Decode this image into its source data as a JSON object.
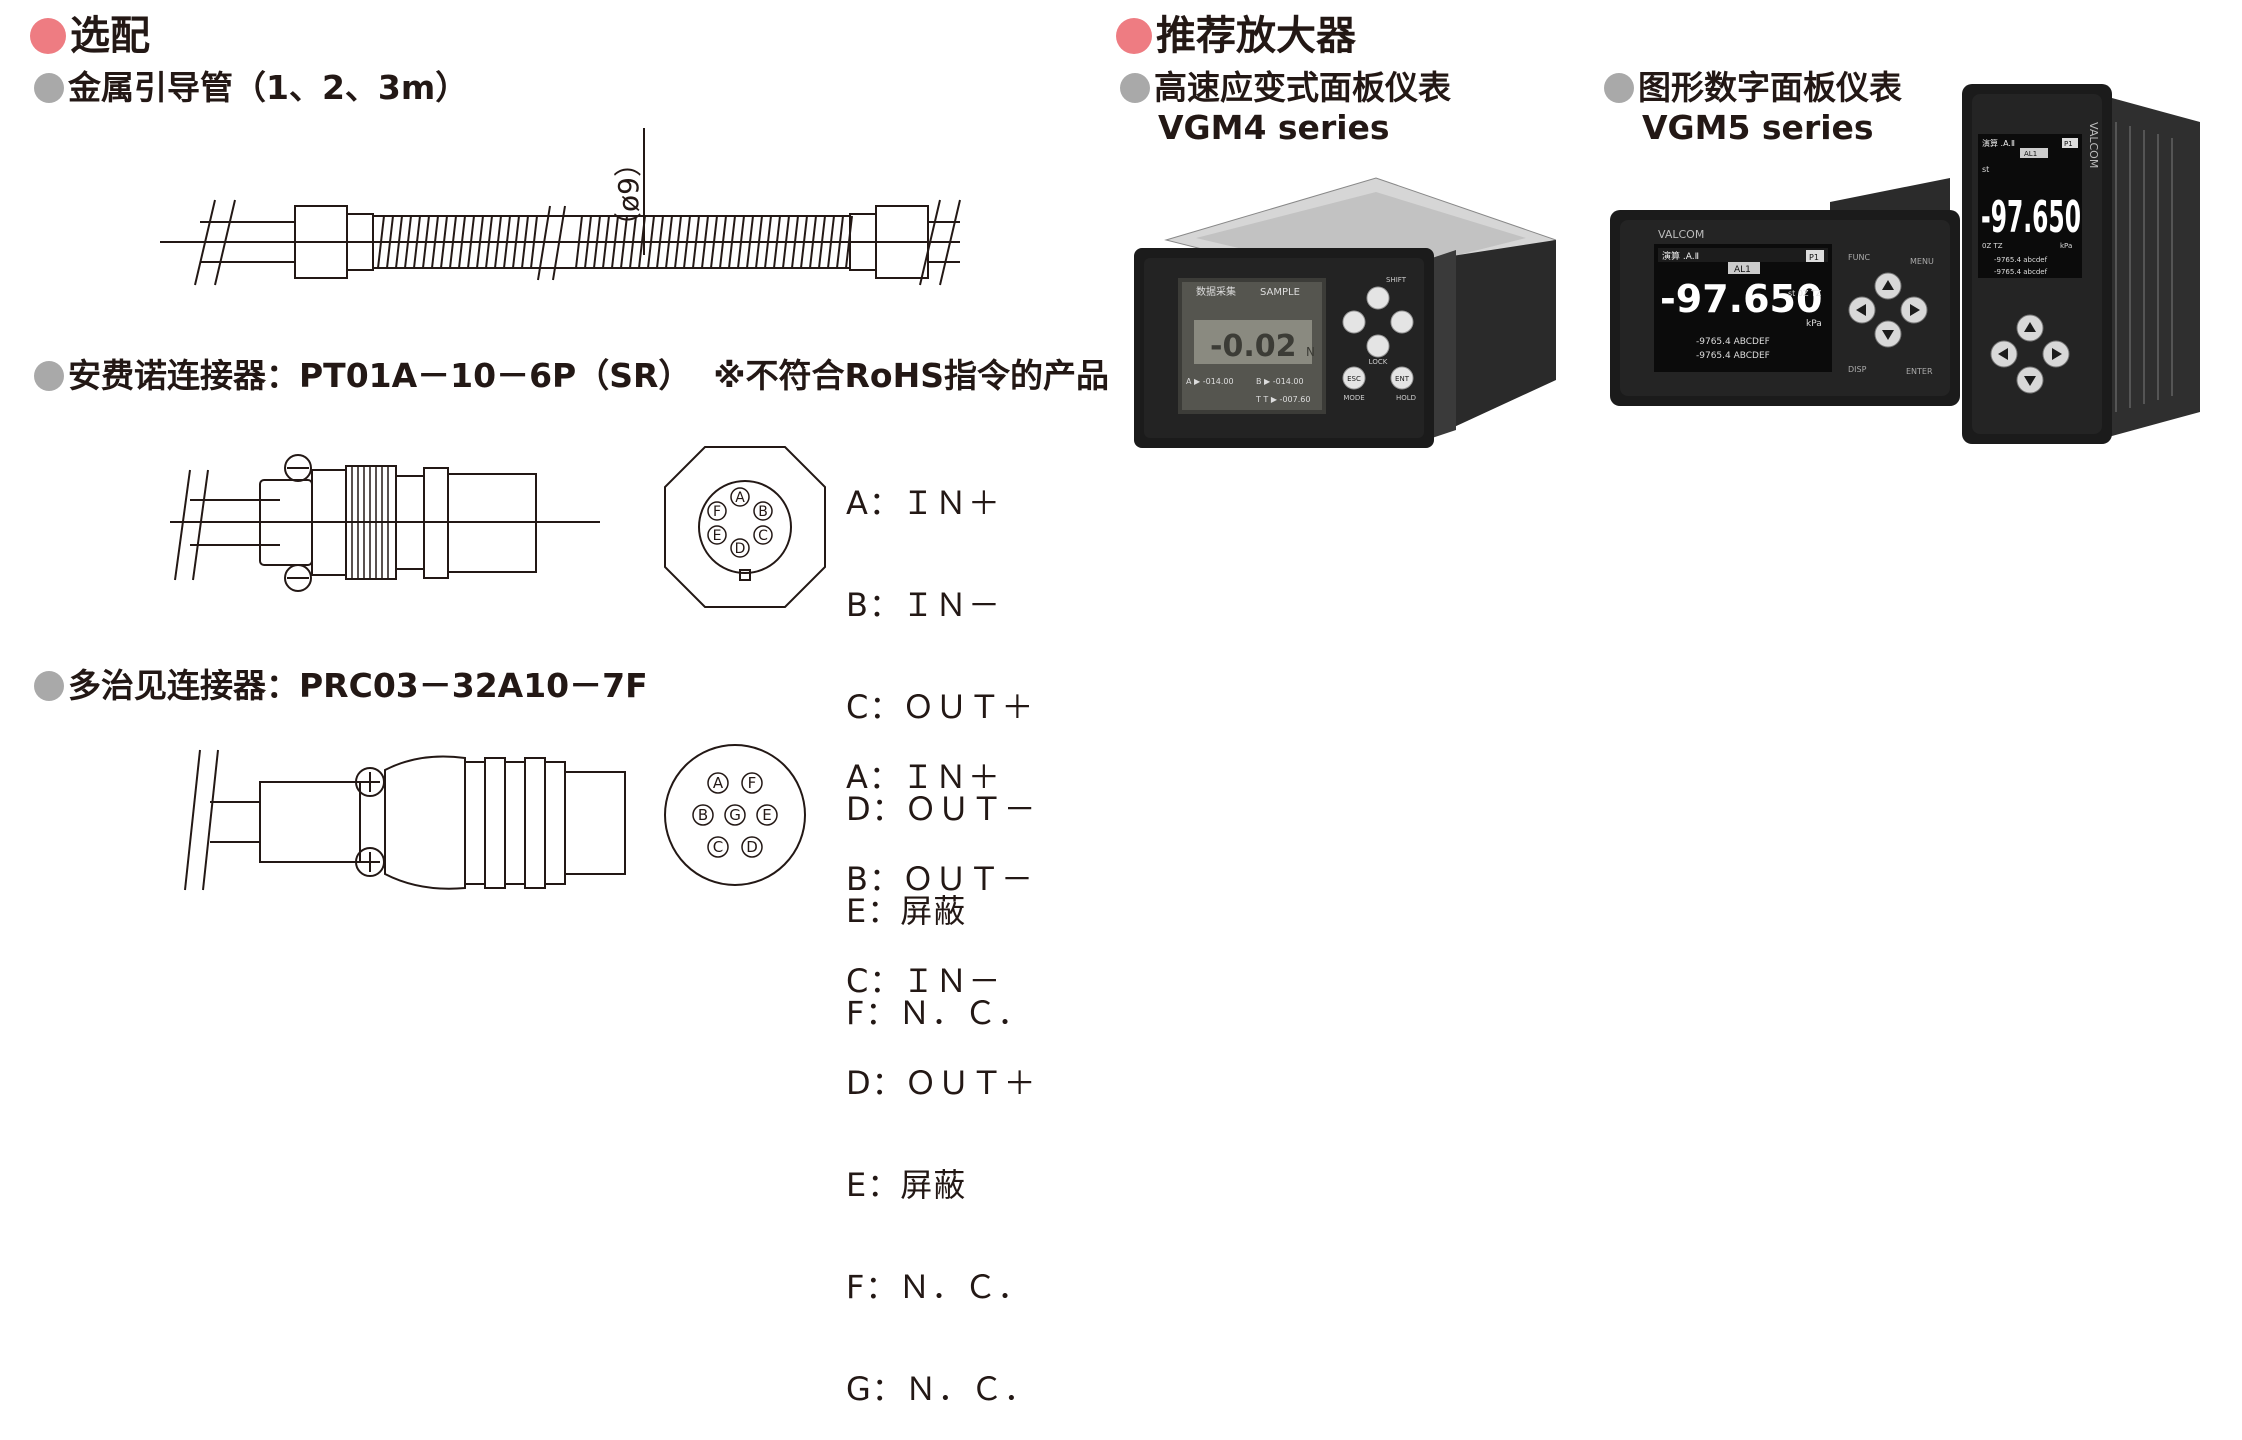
{
  "options": {
    "title": "选配",
    "metal_tube": {
      "label": "金属引导管（1、2、3m）",
      "dim": "（ø9）"
    },
    "amphenol": {
      "label": "安费诺连接器：PT01A－10－6P（SR）",
      "note": "※不符合RoHS指令的产品",
      "pin_letters": [
        "A",
        "B",
        "C",
        "D",
        "E",
        "F"
      ],
      "pins": [
        "A：ＩＮ＋",
        "B：ＩＮ－",
        "C：ＯＵＴ＋",
        "D：ＯＵＴ－",
        "E：屏蔽",
        "F：Ｎ．Ｃ．"
      ]
    },
    "tajimi": {
      "label": "多治见连接器：PRC03－32A10－7F",
      "pin_letters": [
        "A",
        "B",
        "C",
        "D",
        "E",
        "F",
        "G"
      ],
      "pins": [
        "A：ＩＮ＋",
        "B：ＯＵＴ－",
        "C：ＩＮ－",
        "D：ＯＵＴ＋",
        "E：屏蔽",
        "F：Ｎ．Ｃ．",
        "G：Ｎ．Ｃ．"
      ]
    }
  },
  "amplifiers": {
    "title": "推荐放大器",
    "vgm4": {
      "name": "高速应变式面板仪表",
      "series": "VGM4 series",
      "screen": {
        "mode": "数据采集",
        "tag": "SAMPLE",
        "value": "-0.02",
        "unit": "N",
        "row1": "A ▶ -014.00",
        "row2": "B ▶ -014.00",
        "row3": "T T ▶ -007.60"
      },
      "keys": [
        "SHIFT",
        "ESC",
        "ENT",
        "MODE",
        "LOCK",
        "HOLD"
      ]
    },
    "vgm5": {
      "name": "图形数字面板仪表",
      "series": "VGM5 series",
      "brand": "VALCOM",
      "front_screen": {
        "tag": "演算 .A.Ⅱ",
        "al": "AL1",
        "p": "P1",
        "value": "-97.650",
        "side": "st 0Z TZ",
        "unit": "kPa",
        "row1": "-9765.4 ABCDEF",
        "row2": "-9765.4 ABCDEF"
      },
      "side_screen": {
        "tag": "演算 .A.Ⅱ",
        "al": "AL1",
        "p": "P1",
        "st": "st",
        "value": "-97.650",
        "side": "0Z TZ",
        "unit": "kPa",
        "row1": "-9765.4 abcdef",
        "row2": "-9765.4 abcdef"
      },
      "keys": [
        "FUNC",
        "MENU",
        "DISP",
        "ENTER"
      ]
    }
  },
  "colors": {
    "accent_dot": "#ee7c82",
    "sub_dot": "#a9a9a9",
    "line": "#231815",
    "panel": "#1b1b1b"
  }
}
